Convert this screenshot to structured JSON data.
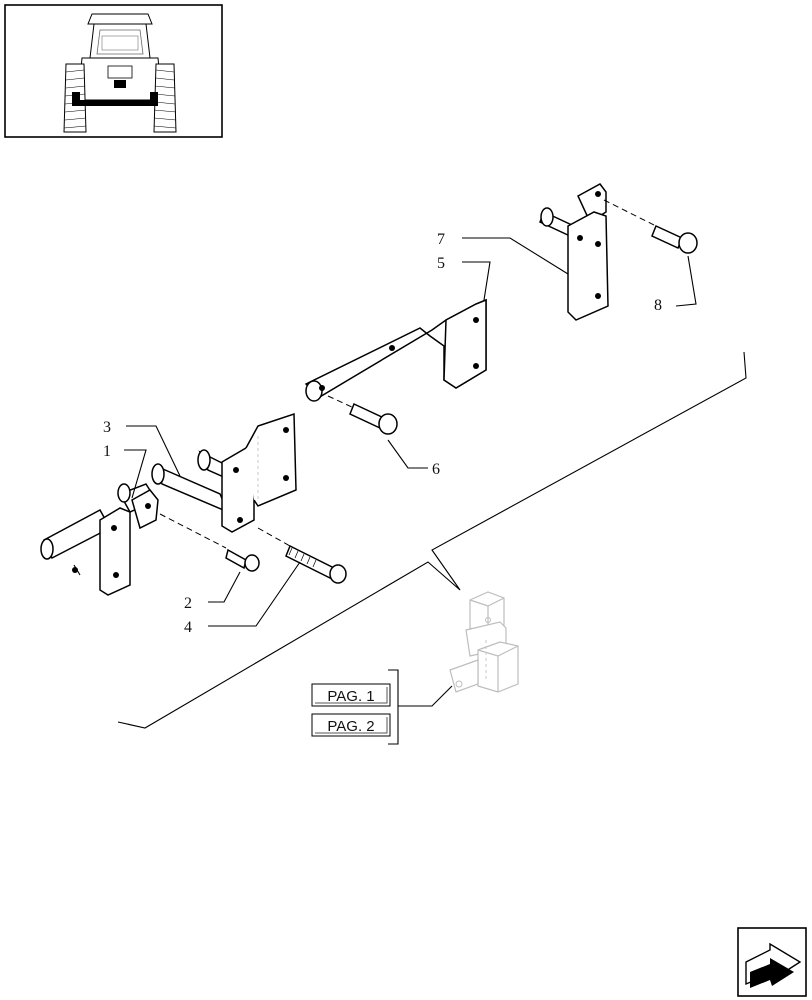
{
  "callouts": {
    "c1": "1",
    "c2": "2",
    "c3": "3",
    "c4": "4",
    "c5": "5",
    "c6": "6",
    "c7": "7",
    "c8": "8"
  },
  "page_refs": {
    "pag1": "PAG. 1",
    "pag2": "PAG. 2"
  },
  "icons": {
    "thumbnail": "tractor-rear-thumbnail-icon",
    "nav": "next-page-arrow-icon"
  },
  "colors": {
    "line": "#000000",
    "ghost": "#bdbdbd"
  }
}
